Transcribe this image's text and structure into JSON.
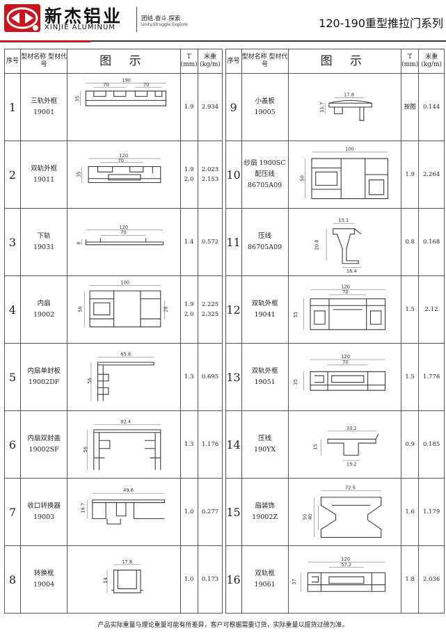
{
  "header": {
    "brand_cn": "新杰铝业",
    "brand_en": "XINJIE ALUMINUM",
    "slogan_cn": "团结.奋斗.探索",
    "slogan_en": "Unity.Struggle.Explore",
    "series_title": "120-190重型推拉门系列"
  },
  "columns": {
    "no": "序号",
    "name": "型材名称 型材代号",
    "figure": "图 示",
    "thickness": "T (mm)",
    "weight": "米重 (kg/m)"
  },
  "profiles": [
    {
      "no": "1",
      "name": "三轨外框",
      "code": "19001",
      "t": "1.9",
      "w": "2.934",
      "dims": [
        "190",
        "70",
        "70",
        "35"
      ]
    },
    {
      "no": "2",
      "name": "双轨外框",
      "code": "19011",
      "t": "1.9 2.0",
      "w": "2.023 2.153",
      "dims": [
        "120",
        "70",
        "35"
      ]
    },
    {
      "no": "3",
      "name": "下轨",
      "code": "19031",
      "t": "1.4",
      "w": "0.572",
      "dims": [
        "120",
        "70",
        "8"
      ]
    },
    {
      "no": "4",
      "name": "内扇",
      "code": "19002",
      "t": "1.9 2.0",
      "w": "2.225 2.325",
      "dims": [
        "100",
        "50",
        "28"
      ]
    },
    {
      "no": "5",
      "name": "内扇单封板",
      "code": "19002DF",
      "t": "1.3",
      "w": "0.695",
      "dims": [
        "65.8",
        "56"
      ]
    },
    {
      "no": "6",
      "name": "内扇双封盖",
      "code": "19002SF",
      "t": "1.3",
      "w": "1.176",
      "dims": [
        "82.4",
        "56"
      ]
    },
    {
      "no": "7",
      "name": "收口转换器",
      "code": "19003",
      "t": "1.0",
      "w": "0.277",
      "dims": [
        "49.6",
        "19.7"
      ]
    },
    {
      "no": "8",
      "name": "转换框",
      "code": "19004",
      "t": "1.0",
      "w": "0.173",
      "dims": [
        "17.8",
        "14"
      ]
    },
    {
      "no": "9",
      "name": "小盖板",
      "code": "19005",
      "t": "按图",
      "w": "0.144",
      "dims": [
        "17.8",
        "11.7"
      ]
    },
    {
      "no": "10",
      "name": "纱扇 1900SC 配压线",
      "code": "86705A09",
      "t": "1.9",
      "w": "2.264",
      "dims": [
        "100",
        "50"
      ]
    },
    {
      "no": "11",
      "name": "压线",
      "code": "86705A09",
      "t": "0.8",
      "w": "0.168",
      "dims": [
        "15.1",
        "20.8",
        "16.4"
      ]
    },
    {
      "no": "12",
      "name": "双轨外框",
      "code": "19041",
      "t": "1.5",
      "w": "2.12",
      "dims": [
        "120",
        "70",
        "55"
      ]
    },
    {
      "no": "13",
      "name": "双轨外框",
      "code": "19051",
      "t": "1.5",
      "w": "1.776",
      "dims": [
        "120",
        "70",
        "35"
      ]
    },
    {
      "no": "14",
      "name": "压线",
      "code": "190YX",
      "t": "0.9",
      "w": "0.185",
      "dims": [
        "33.2",
        "15",
        "15.2"
      ]
    },
    {
      "no": "15",
      "name": "扇装饰",
      "code": "19002Z",
      "t": "1.6",
      "w": "1.179",
      "dims": [
        "72.5",
        "50",
        "40"
      ]
    },
    {
      "no": "16",
      "name": "双轨框",
      "code": "19061",
      "t": "1.8",
      "w": "2.036",
      "dims": [
        "120",
        "57.2",
        "37"
      ]
    }
  ],
  "footer": "产品实际重量与理论重量可能有所差异，客户可根据需要订货，实际重量以提货过磅为准。"
}
